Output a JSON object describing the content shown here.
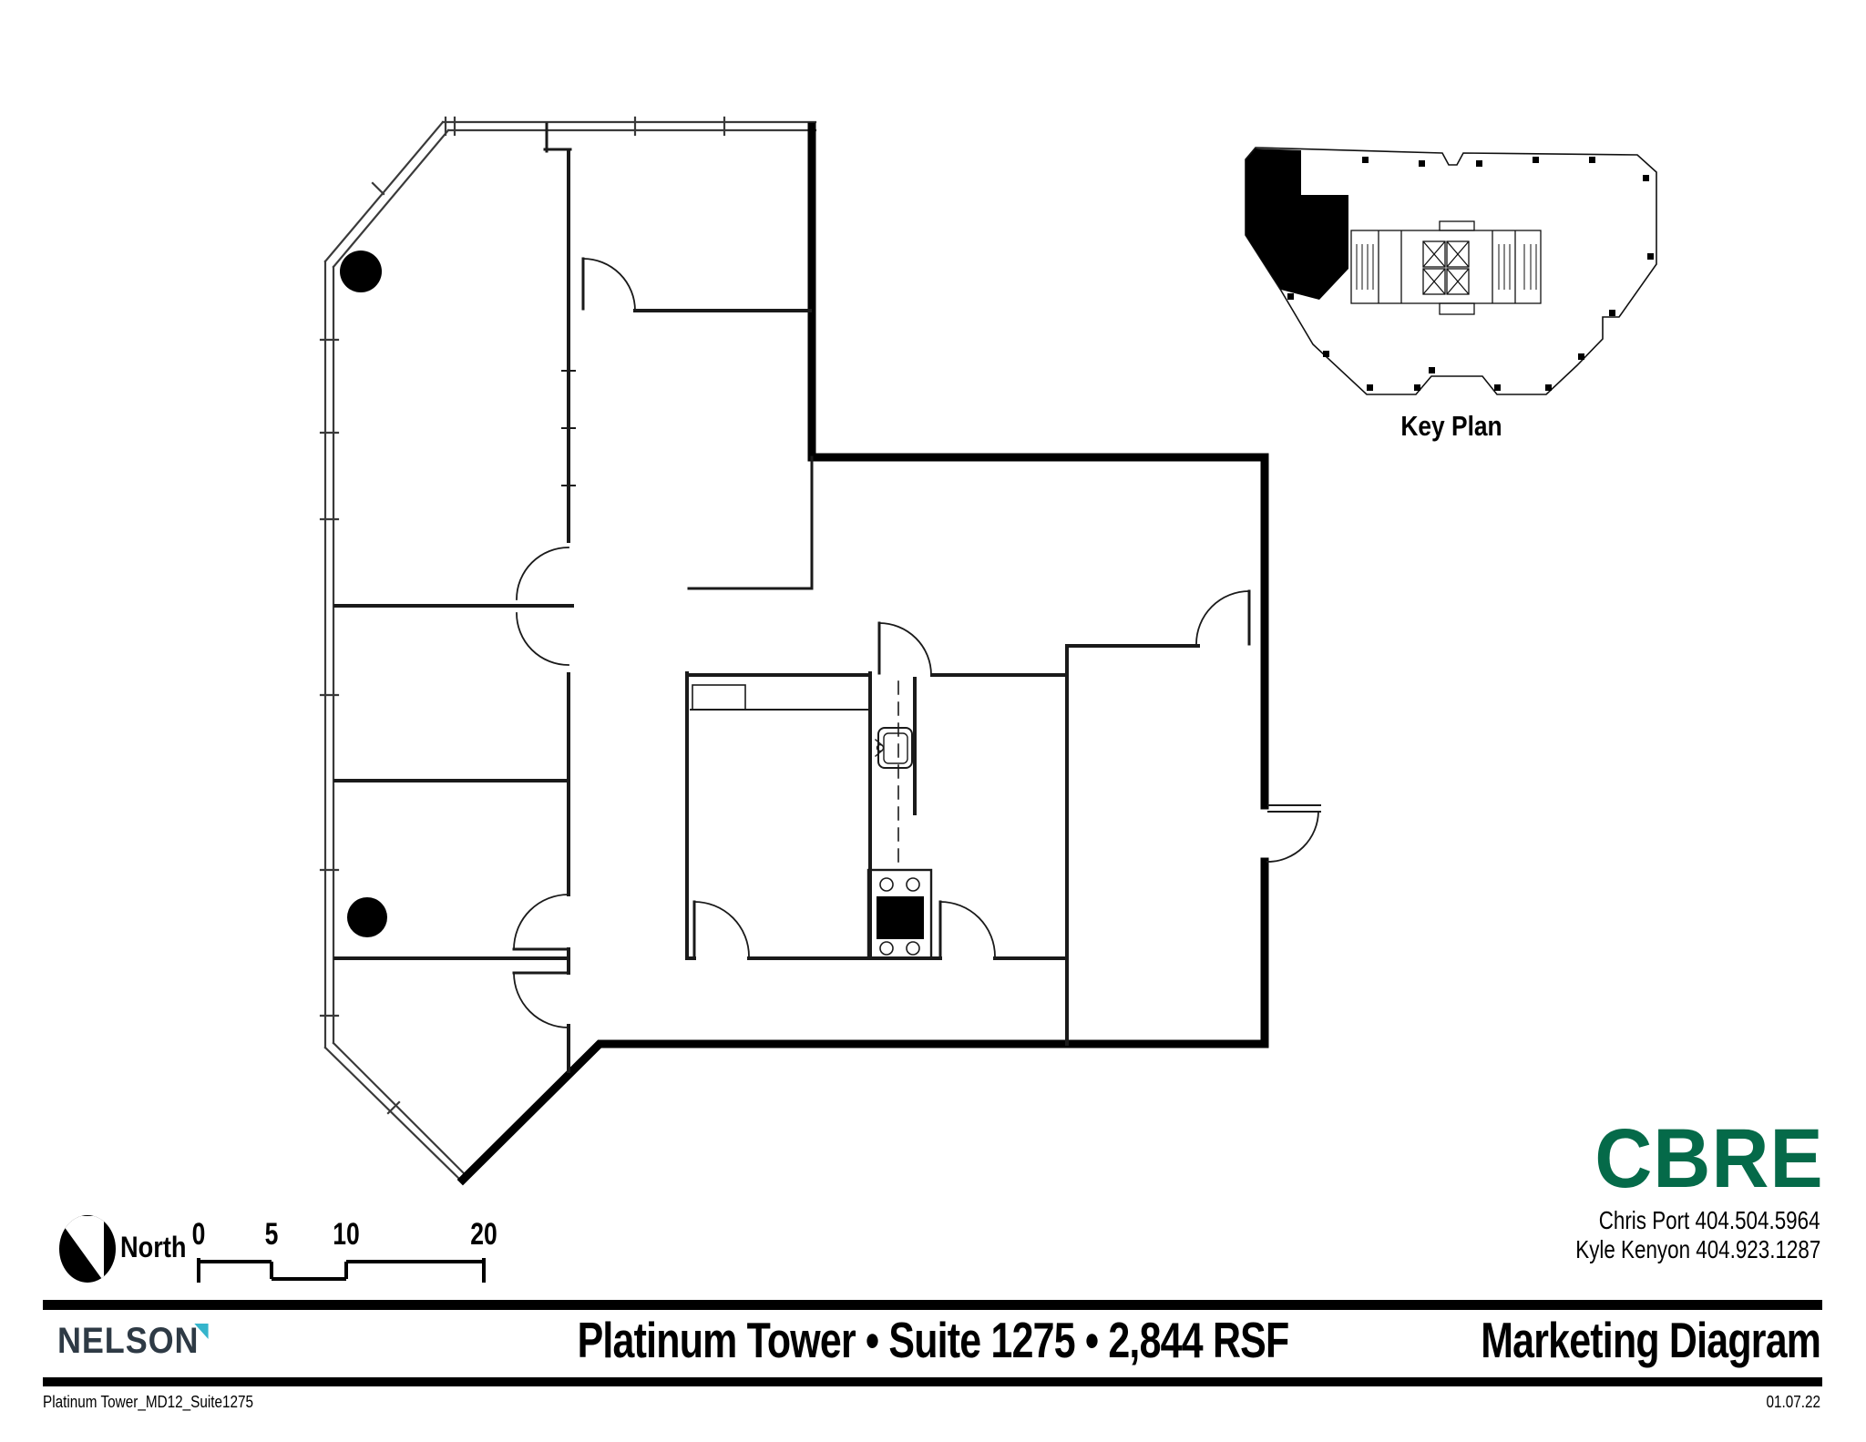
{
  "labels": {
    "key_plan": "Key Plan",
    "north": "North"
  },
  "scale": {
    "marks": [
      "0",
      "5",
      "10",
      "20"
    ]
  },
  "branding": {
    "cbre": "CBRE",
    "cbre_green": "#056a49",
    "contact1": "Chris Port  404.504.5964",
    "contact2": "Kyle Kenyon 404.923.1287",
    "nelson": "NELSON",
    "nelson_slate": "#2e3a45",
    "nelson_teal": "#35b5cc"
  },
  "footer": {
    "title": "Platinum Tower • Suite 1275 • 2,844 RSF",
    "doc_type": "Marketing Diagram",
    "file_name": "Platinum Tower_MD12_Suite1275",
    "date": "01.07.22"
  }
}
